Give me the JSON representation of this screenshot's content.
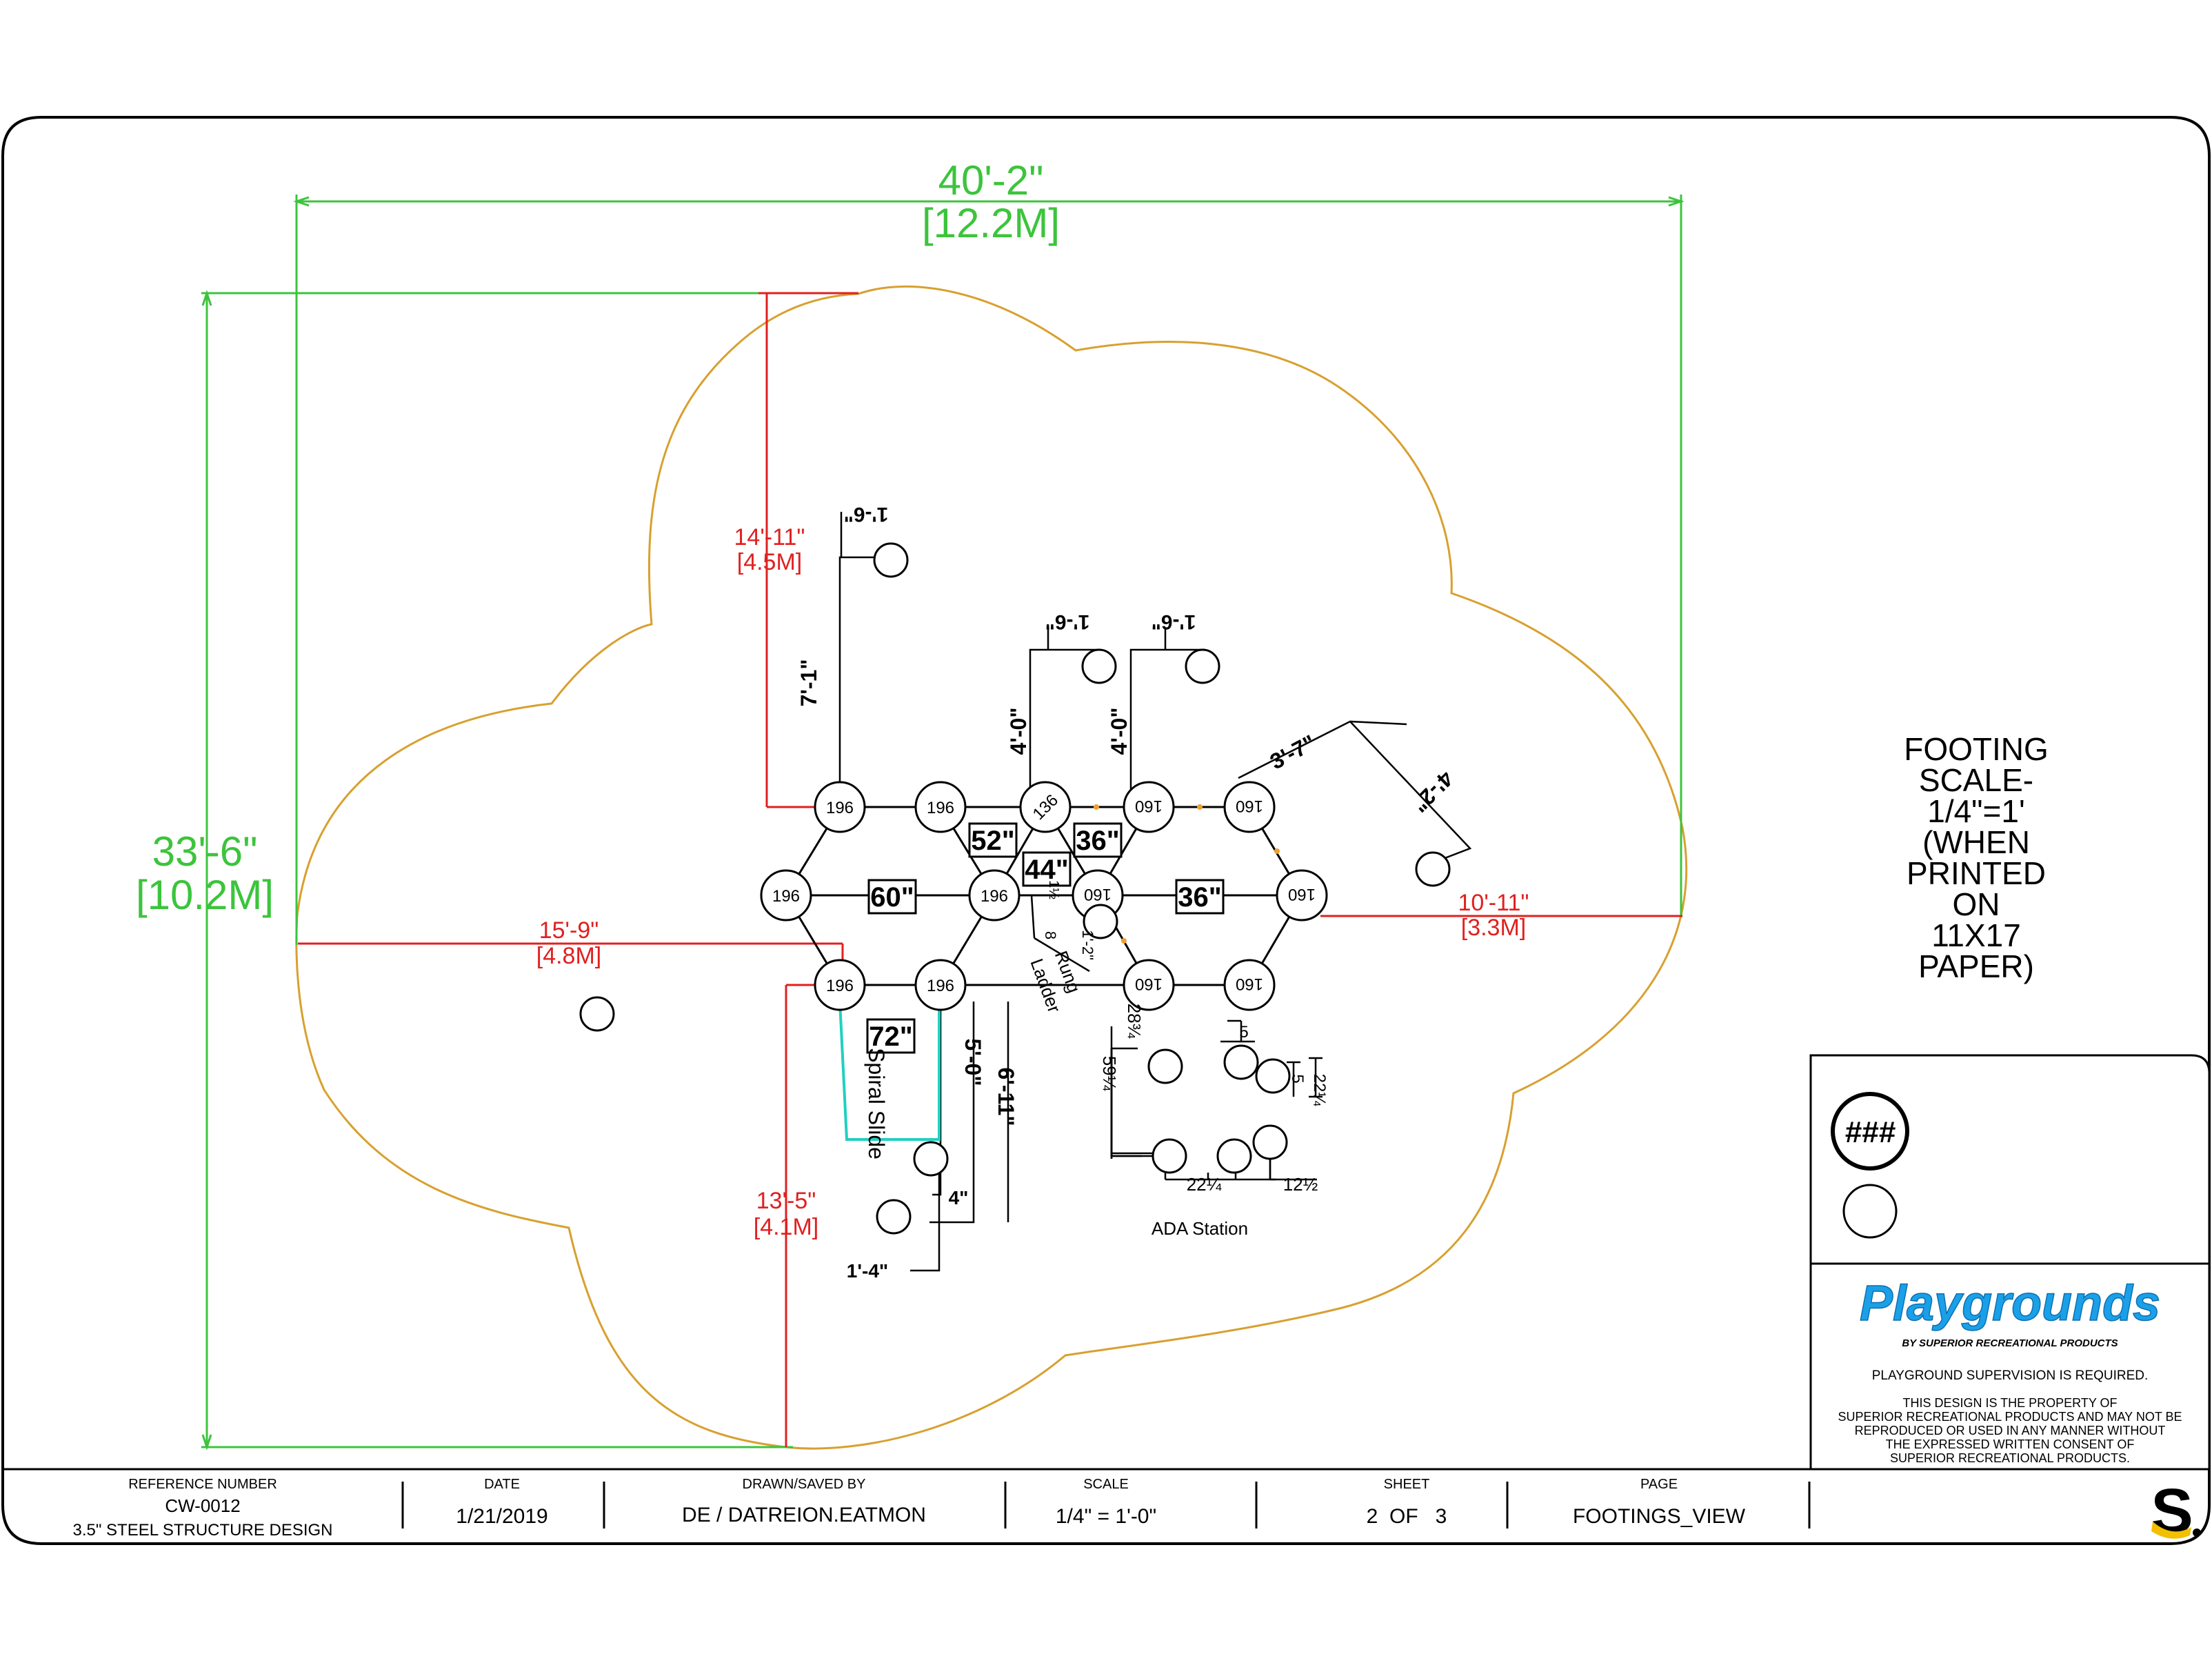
{
  "colors": {
    "border": "#000000",
    "green_dim": "#3cc43c",
    "red_dim": "#e02020",
    "playground_outline": "#d8a030",
    "slide": "#20d0c0",
    "orange_marker": "#f0a030",
    "brand_blue": "#1aa0e8",
    "logo_yellow": "#f2c000"
  },
  "dimensions": {
    "overall_width": "40'-2\"",
    "overall_width_metric": "[12.2M]",
    "overall_height": "33'-6\"",
    "overall_height_metric": "[10.2M]",
    "top_clearance": "14'-11\"",
    "top_clearance_metric": "[4.5M]",
    "left_clearance": "15'-9\"",
    "left_clearance_metric": "[4.8M]",
    "right_clearance": "10'-11\"",
    "right_clearance_metric": "[3.3M]",
    "bottom_clearance": "13'-5\"",
    "bottom_clearance_metric": "[4.1M]"
  },
  "post_labels": {
    "p1": "196",
    "p2": "196",
    "p3": "136",
    "p4": "160",
    "p5": "160",
    "p6": "196",
    "p7": "196",
    "p8": "160",
    "p9": "160",
    "p10": "196",
    "p11": "196",
    "p12": "160",
    "p13": "160"
  },
  "deck_labels": {
    "d1": "52\"",
    "d2": "36\"",
    "d3": "44\"",
    "d4": "60\"",
    "d5": "36\"",
    "d6": "72\""
  },
  "annotations": {
    "a1": "7'-1\"",
    "a2": "4'-0\"",
    "a3": "4'-0\"",
    "a4": "1'-6\"",
    "a5": "1'-6\"",
    "a6": "1'-6\"",
    "a7": "3'-7\"",
    "a8": "4'-2\"",
    "a9": "5'-0\"",
    "a10": "6'-11\"",
    "a11": "4\"",
    "a12": "1'-4\"",
    "a13": "28¾",
    "a14": "59¼",
    "a15": "5",
    "a16": "5",
    "a17": "22¼",
    "a18": "22¼",
    "a19": "12½",
    "a20": "1'-2\"",
    "a21": "1½",
    "a22": "8",
    "rung_ladder_1": "Rung",
    "rung_ladder_2": "Ladder",
    "spiral_slide": "Spiral Slide",
    "ada_station": "ADA Station"
  },
  "footing_note": {
    "l1": "FOOTING",
    "l2": "SCALE-",
    "l3": "1/4\"=1'",
    "l4": "(WHEN",
    "l5": "PRINTED",
    "l6": "ON",
    "l7": "11X17",
    "l8": "PAPER)"
  },
  "legend": {
    "symbol_text": "###"
  },
  "brand": {
    "name": "Playgrounds",
    "tagline": "BY SUPERIOR RECREATIONAL PRODUCTS",
    "supervision": "PLAYGROUND SUPERVISION IS REQUIRED.",
    "prop1": "THIS DESIGN IS THE PROPERTY OF",
    "prop2": "SUPERIOR RECREATIONAL PRODUCTS AND MAY NOT BE",
    "prop3": "REPRODUCED OR USED IN ANY MANNER WITHOUT",
    "prop4": "THE EXPRESSED WRITTEN CONSENT OF",
    "prop5": "SUPERIOR RECREATIONAL PRODUCTS.",
    "logo_letter": "S"
  },
  "title_block": {
    "ref_header": "REFERENCE NUMBER",
    "ref_value": "CW-0012",
    "ref_desc": "3.5\" STEEL STRUCTURE DESIGN",
    "date_header": "DATE",
    "date_value": "1/21/2019",
    "drawn_header": "DRAWN/SAVED BY",
    "drawn_value": "DE / DATREION.EATMON",
    "scale_header": "SCALE",
    "scale_value": "1/4\" = 1'-0\"",
    "sheet_header": "SHEET",
    "sheet_value": "2  OF   3",
    "page_header": "PAGE",
    "page_value": "FOOTINGS_VIEW"
  }
}
